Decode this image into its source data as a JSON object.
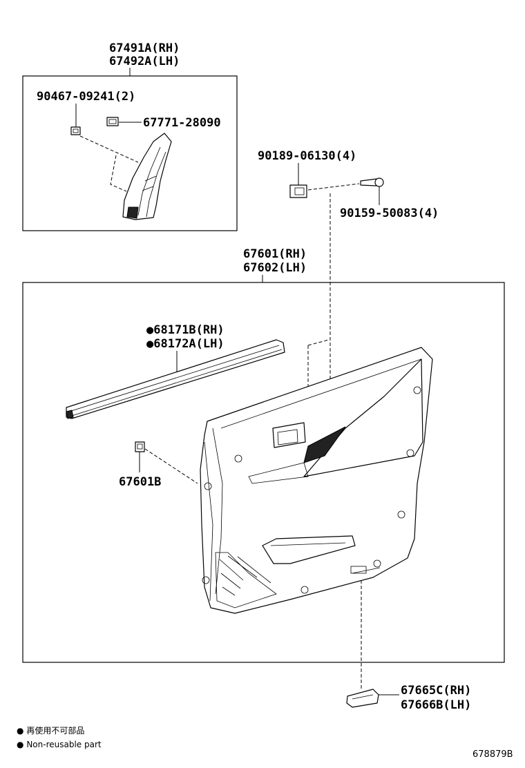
{
  "labels": {
    "upper_garnish_rh": "67491A(RH)",
    "upper_garnish_lh": "67492A(LH)",
    "clip_a": "90467-09241(2)",
    "clip_b": "67771-28090",
    "nut": "90189-06130(4)",
    "screw": "90159-50083(4)",
    "door_trim_rh": "67601(RH)",
    "door_trim_lh": "67602(LH)",
    "weatherstrip_rh": "68171B(RH)",
    "weatherstrip_lh": "68172A(LH)",
    "trim_clip": "67601B",
    "cover_rh": "67665C(RH)",
    "cover_lh": "67666B(LH)"
  },
  "legend": {
    "bullet": "●",
    "jp": "再使用不可部品",
    "en": "Non-reusable part"
  },
  "figure_id": "678879B"
}
